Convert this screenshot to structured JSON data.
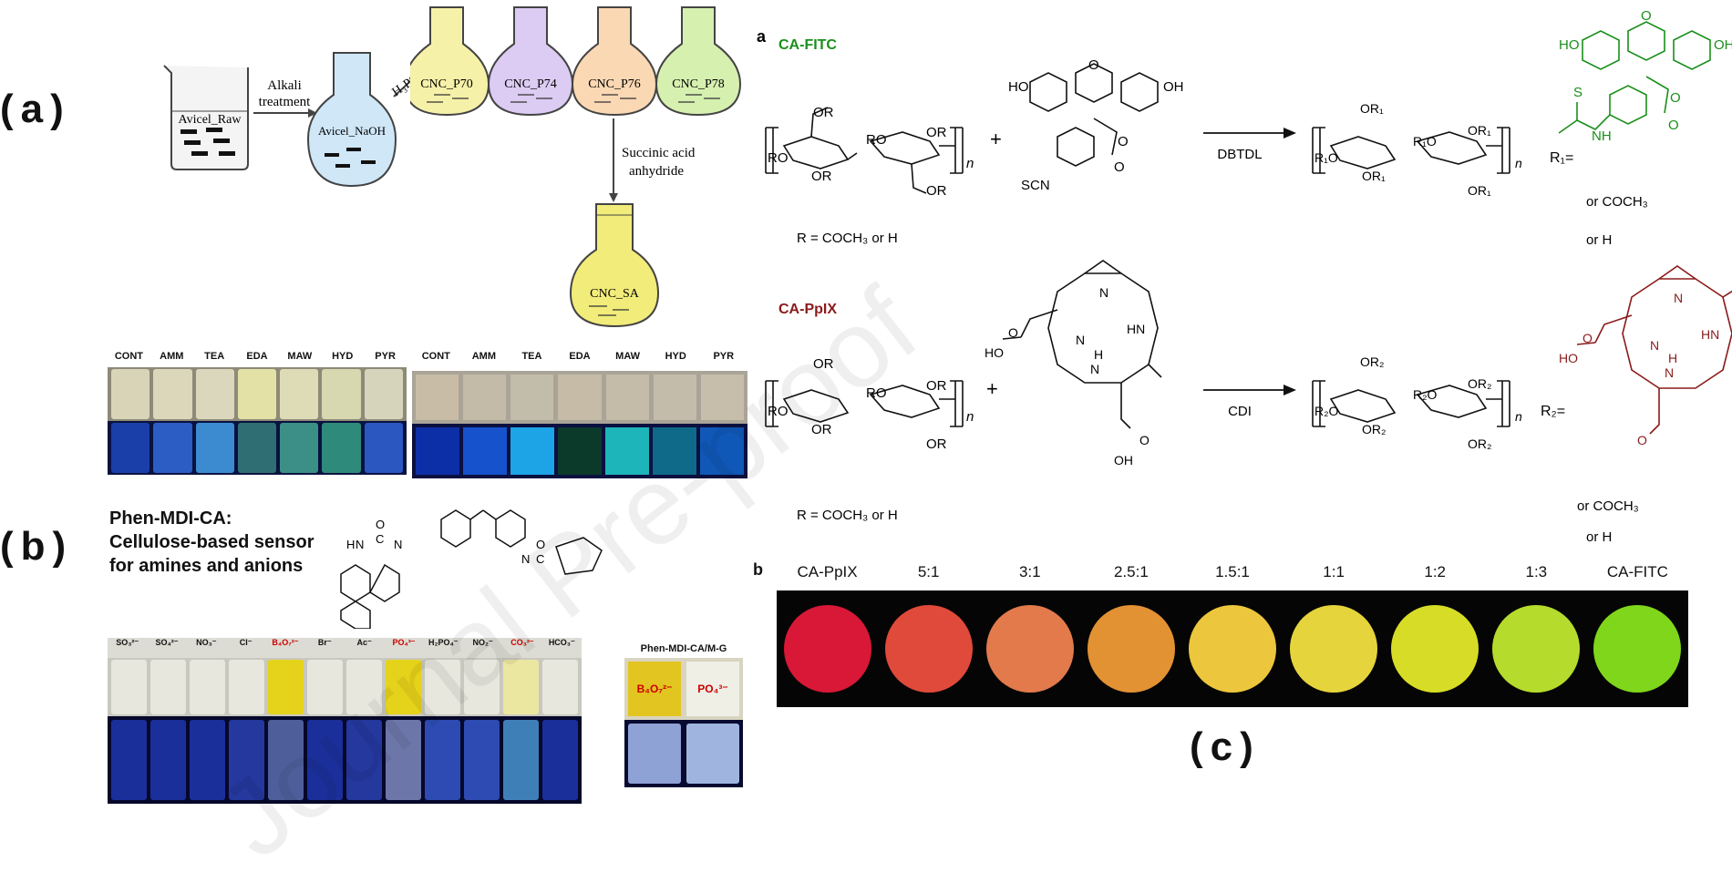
{
  "panels": {
    "a": "(a)",
    "b": "(b)",
    "c": "(c)"
  },
  "scheme_a": {
    "beaker_label": "Avicel_Raw",
    "arrow1_label_1": "Alkali",
    "arrow1_label_2": "treatment",
    "flask1_label": "Avicel_NaOH",
    "arrow2_label": "H₃PO₄",
    "flasks": [
      {
        "label": "CNC_P70",
        "color": "#f6f1a8"
      },
      {
        "label": "CNC_P74",
        "color": "#dccbf2"
      },
      {
        "label": "CNC_P76",
        "color": "#fbd8b4"
      },
      {
        "label": "CNC_P78",
        "color": "#d6f0b0"
      }
    ],
    "arrow3_label_1": "Succinic acid",
    "arrow3_label_2": "anhydride",
    "final_flask_label": "CNC_SA"
  },
  "photo_vials": {
    "labels": [
      "CONT",
      "AMM",
      "TEA",
      "EDA",
      "MAW",
      "HYD",
      "PYR"
    ],
    "top_colors": [
      "#d9d4b8",
      "#dcd7bb",
      "#dbd7bd",
      "#e3e1a5",
      "#dedcb7",
      "#d7d7b0",
      "#d6d5bc"
    ],
    "bottom_colors": [
      "#1a3fa8",
      "#2b5dc4",
      "#3c8bd0",
      "#2f6e72",
      "#3b8f86",
      "#2e8a7a",
      "#2a58c0"
    ]
  },
  "photo_strips": {
    "labels": [
      "CONT",
      "AMM",
      "TEA",
      "EDA",
      "MAW",
      "HYD",
      "PYR"
    ],
    "top_colors": [
      "#c8bca6",
      "#c3baa8",
      "#c2bcaa",
      "#c5bba7",
      "#c4bba8",
      "#c4bcaa",
      "#c6beab"
    ],
    "bottom_colors": [
      "#0c2fa8",
      "#1552cc",
      "#1ca4e6",
      "#0c3a2a",
      "#1db5b9",
      "#0f6a8a",
      "#0f58b8"
    ]
  },
  "sensor": {
    "title_1": "Phen-MDI-CA:",
    "title_2": "Cellulose-based sensor",
    "title_3": "for amines and anions",
    "anion_labels": [
      "SO₃²⁻",
      "SO₄²⁻",
      "NO₃⁻",
      "Cl⁻",
      "B₄O₇²⁻",
      "Br⁻",
      "Ac⁻",
      "PO₄³⁻",
      "H₂PO₄⁻",
      "NO₂⁻",
      "CO₃²⁻",
      "HCO₃⁻"
    ],
    "anion_label_colors": [
      "#111",
      "#111",
      "#111",
      "#111",
      "#c00",
      "#111",
      "#111",
      "#c00",
      "#111",
      "#111",
      "#c00",
      "#111"
    ],
    "anion_top_colors": [
      "#e8e7de",
      "#e8e7de",
      "#e8e7de",
      "#e8e7de",
      "#e5d21a",
      "#e8e7de",
      "#e8e7de",
      "#e5d21a",
      "#e8e7de",
      "#e8e7de",
      "#ece7a0",
      "#e8e7de"
    ],
    "anion_bottom_colors": [
      "#1b2f9a",
      "#1b2f9a",
      "#1b2f9a",
      "#24389e",
      "#4d5e9a",
      "#1b2f9a",
      "#24389e",
      "#6c76a8",
      "#2d4bb2",
      "#2d4bb2",
      "#3e7fb8",
      "#1b2f9a"
    ],
    "mg_title": "Phen-MDI-CA/M-G",
    "mg_labels": [
      "B₄O₇²⁻",
      "PO₄³⁻"
    ],
    "mg_top_colors": [
      "#e2c520",
      "#efefe6"
    ],
    "mg_bottom_colors": [
      "#8fa2d6",
      "#9fb5e0"
    ]
  },
  "scheme_c": {
    "letter_a": "a",
    "ca_fitc": "CA-FITC",
    "ca_pplx": "CA-PpIX",
    "fitc_color": "#1a8f1a",
    "pplx_color": "#8b1a1a",
    "reagent1": "DBTDL",
    "reagent2": "CDI",
    "r_def_1": "R = COCH₃ or H",
    "r_def_2": "R = COCH₃ or H",
    "r1_label": "R₁=",
    "r2_label": "R₂=",
    "or_coch3_1": "or COCH₃",
    "or_h_1": "or H",
    "or_coch3_2": "or COCH₃",
    "or_h_2": "or H",
    "scn": "SCN",
    "ho": "HO",
    "oh": "OH",
    "o": "O",
    "plus": "+",
    "n_sub": "n",
    "nh": "NH",
    "hn": "HN",
    "n": "N",
    "s": "S",
    "h": "H",
    "or": "OR",
    "ro": "RO",
    "or1": "OR₁",
    "r1o": "R₁O",
    "or2": "OR₂",
    "r2o": "R₂O"
  },
  "panel_b_chart": {
    "letter_b": "b",
    "ratios": [
      "CA-PpIX",
      "5:1",
      "3:1",
      "2.5:1",
      "1.5:1",
      "1:1",
      "1:2",
      "1:3",
      "CA-FITC"
    ],
    "colors": [
      "#d81836",
      "#e04a3a",
      "#e27a4c",
      "#e29233",
      "#ecc63c",
      "#e6d43c",
      "#d7dc26",
      "#b5db2c",
      "#7fd61a"
    ]
  },
  "watermark": "Journal Pre-proof"
}
